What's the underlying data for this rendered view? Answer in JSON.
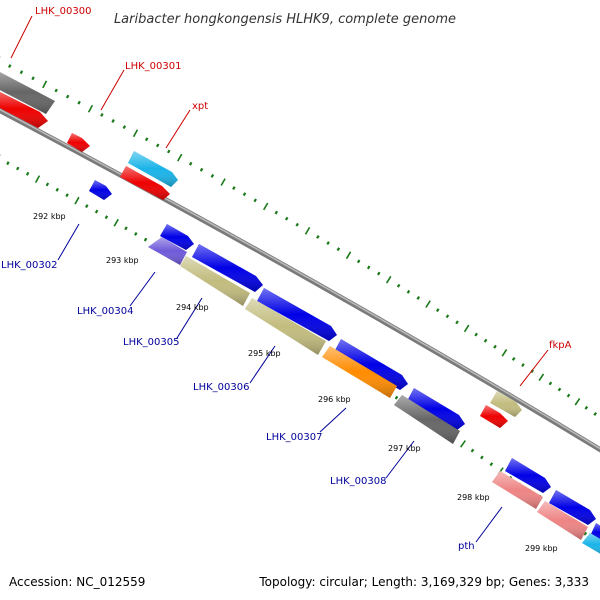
{
  "title": "Laribacter hongkongensis HLHK9, complete genome",
  "footer": {
    "accession": "Accession: NC_012559",
    "topology": "Topology: circular; Length: 3,169,329 bp; Genes: 3,333"
  },
  "colors": {
    "forward_label": "#cc0000",
    "reverse_label": "#000099",
    "backbone": "#888888",
    "tick": "#1a7a1a"
  },
  "kbp_labels": [
    "292 kbp",
    "293 kbp",
    "294 kbp",
    "295 kbp",
    "296 kbp",
    "297 kbp",
    "298 kbp",
    "299 kbp"
  ],
  "gene_labels": [
    {
      "text": "LHK_00300",
      "strand": "forward"
    },
    {
      "text": "LHK_00301",
      "strand": "forward"
    },
    {
      "text": "xpt",
      "strand": "forward"
    },
    {
      "text": "fkpA",
      "strand": "forward"
    },
    {
      "text": "LHK_00302",
      "strand": "reverse"
    },
    {
      "text": "LHK_00304",
      "strand": "reverse"
    },
    {
      "text": "LHK_00305",
      "strand": "reverse"
    },
    {
      "text": "LHK_00306",
      "strand": "reverse"
    },
    {
      "text": "LHK_00307",
      "strand": "reverse"
    },
    {
      "text": "LHK_00308",
      "strand": "reverse"
    },
    {
      "text": "pth",
      "strand": "reverse"
    }
  ]
}
